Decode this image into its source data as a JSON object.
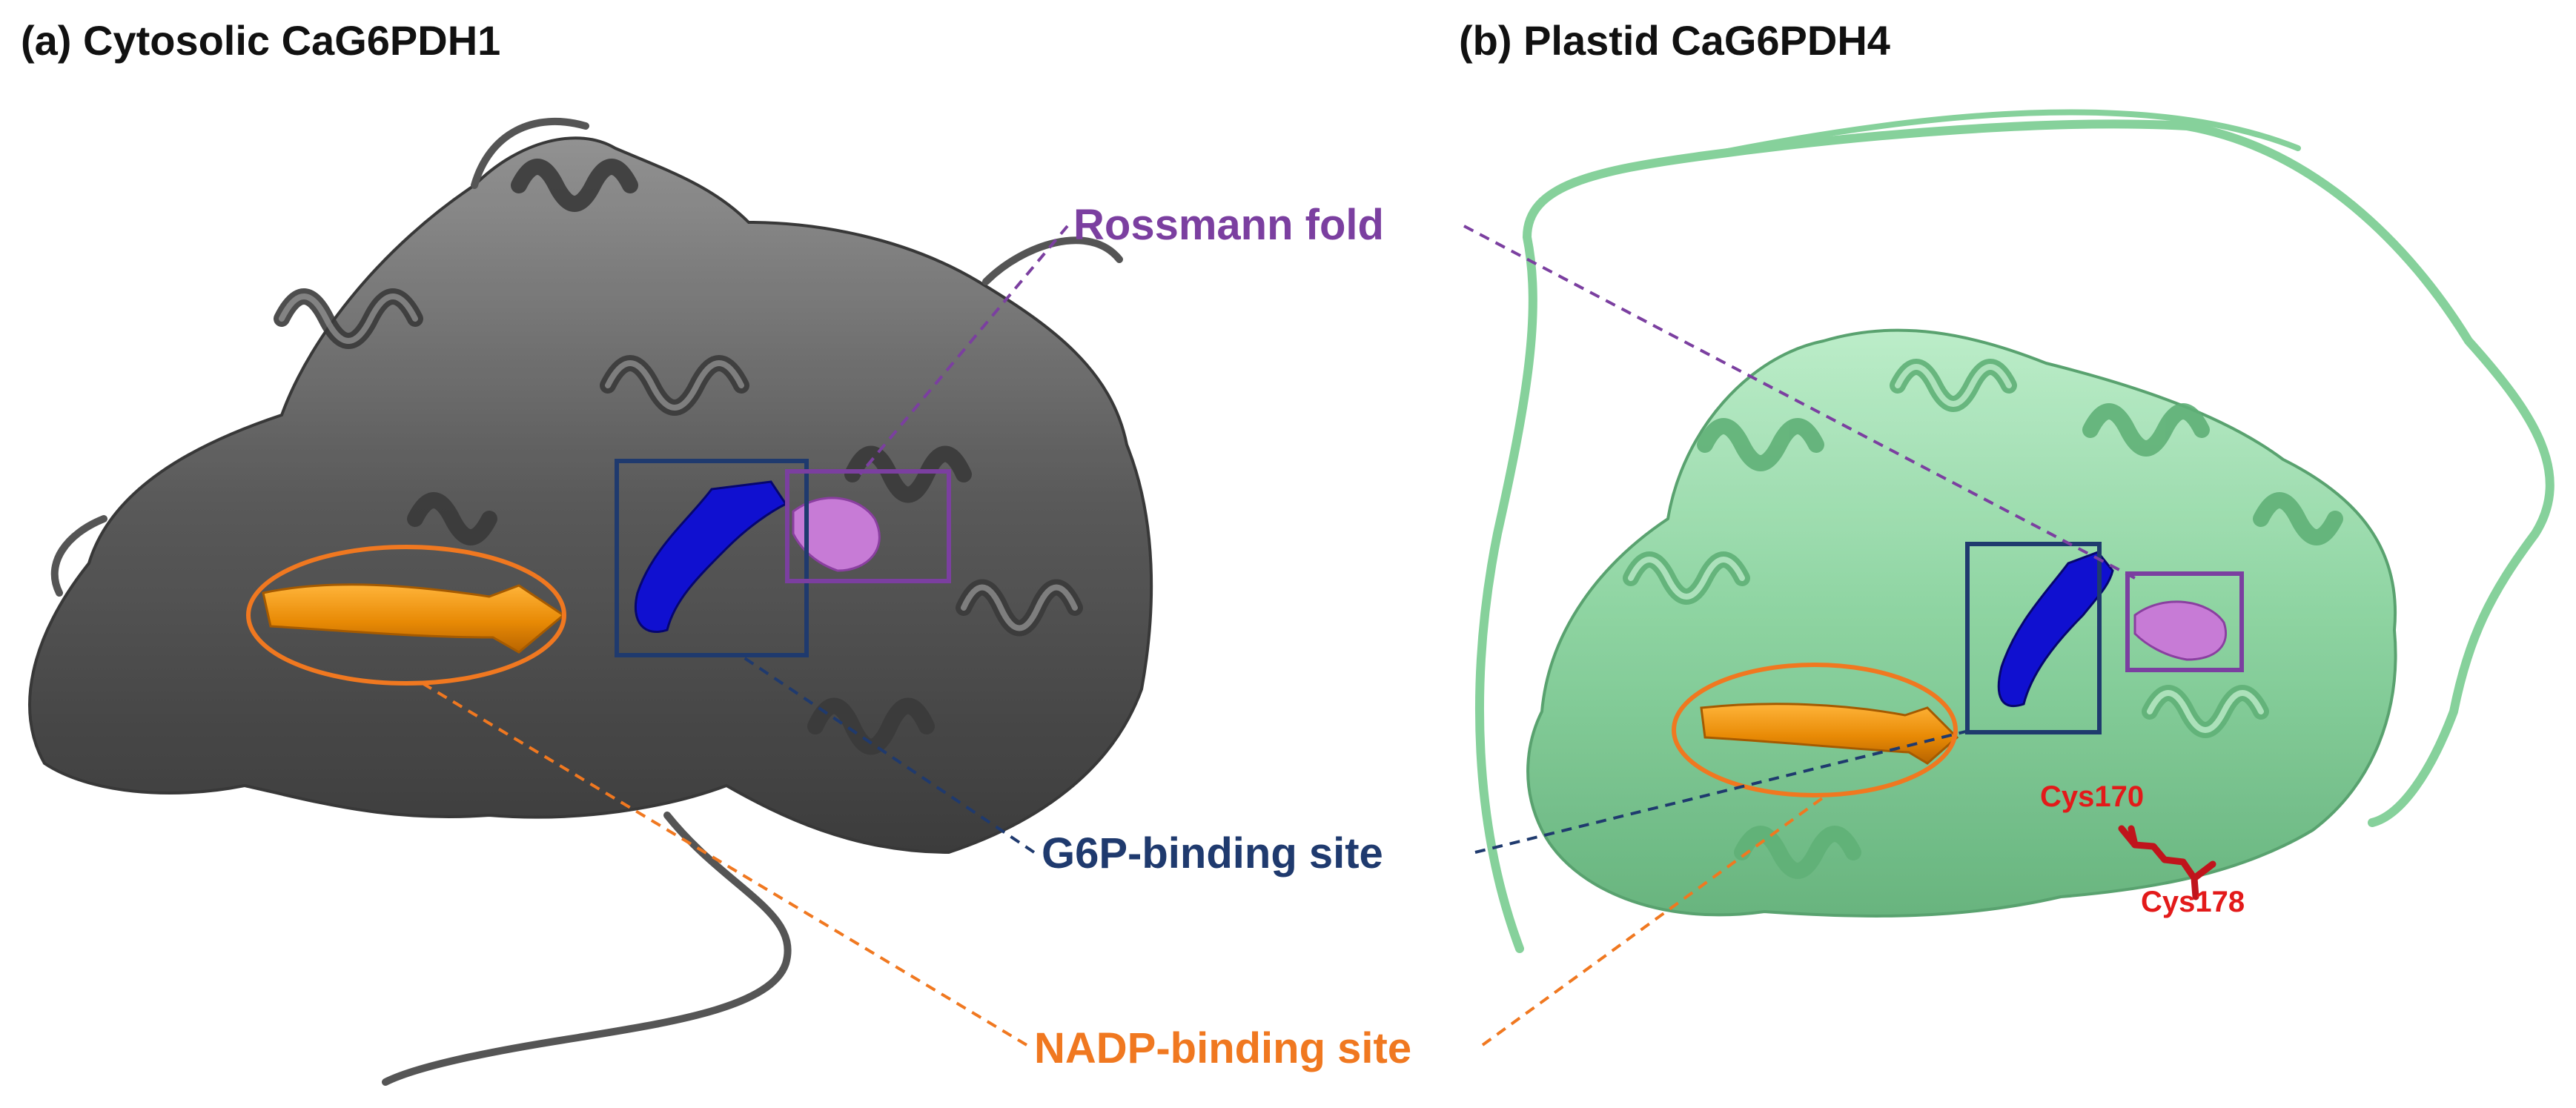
{
  "panels": {
    "a": {
      "title": "(a) Cytosolic CaG6PDH1"
    },
    "b": {
      "title": "(b) Plastid CaG6PDH4"
    }
  },
  "callouts": {
    "rossmann": "Rossmann fold",
    "g6p": "G6P-binding site",
    "nadp": "NADP-binding site"
  },
  "residues": {
    "cys170": "Cys170",
    "cys178": "Cys178"
  },
  "colors": {
    "protein_a": "#5a5a5a",
    "protein_b": "#8fd6a4",
    "rossmann": "#7b3fa0",
    "rossmann_fill": "#c77bd6",
    "g6p": "#1f3a6e",
    "g6p_fill": "#1010d0",
    "nadp": "#f07820",
    "nadp_fill": "#f0960c",
    "cys": "#e31a1a"
  }
}
